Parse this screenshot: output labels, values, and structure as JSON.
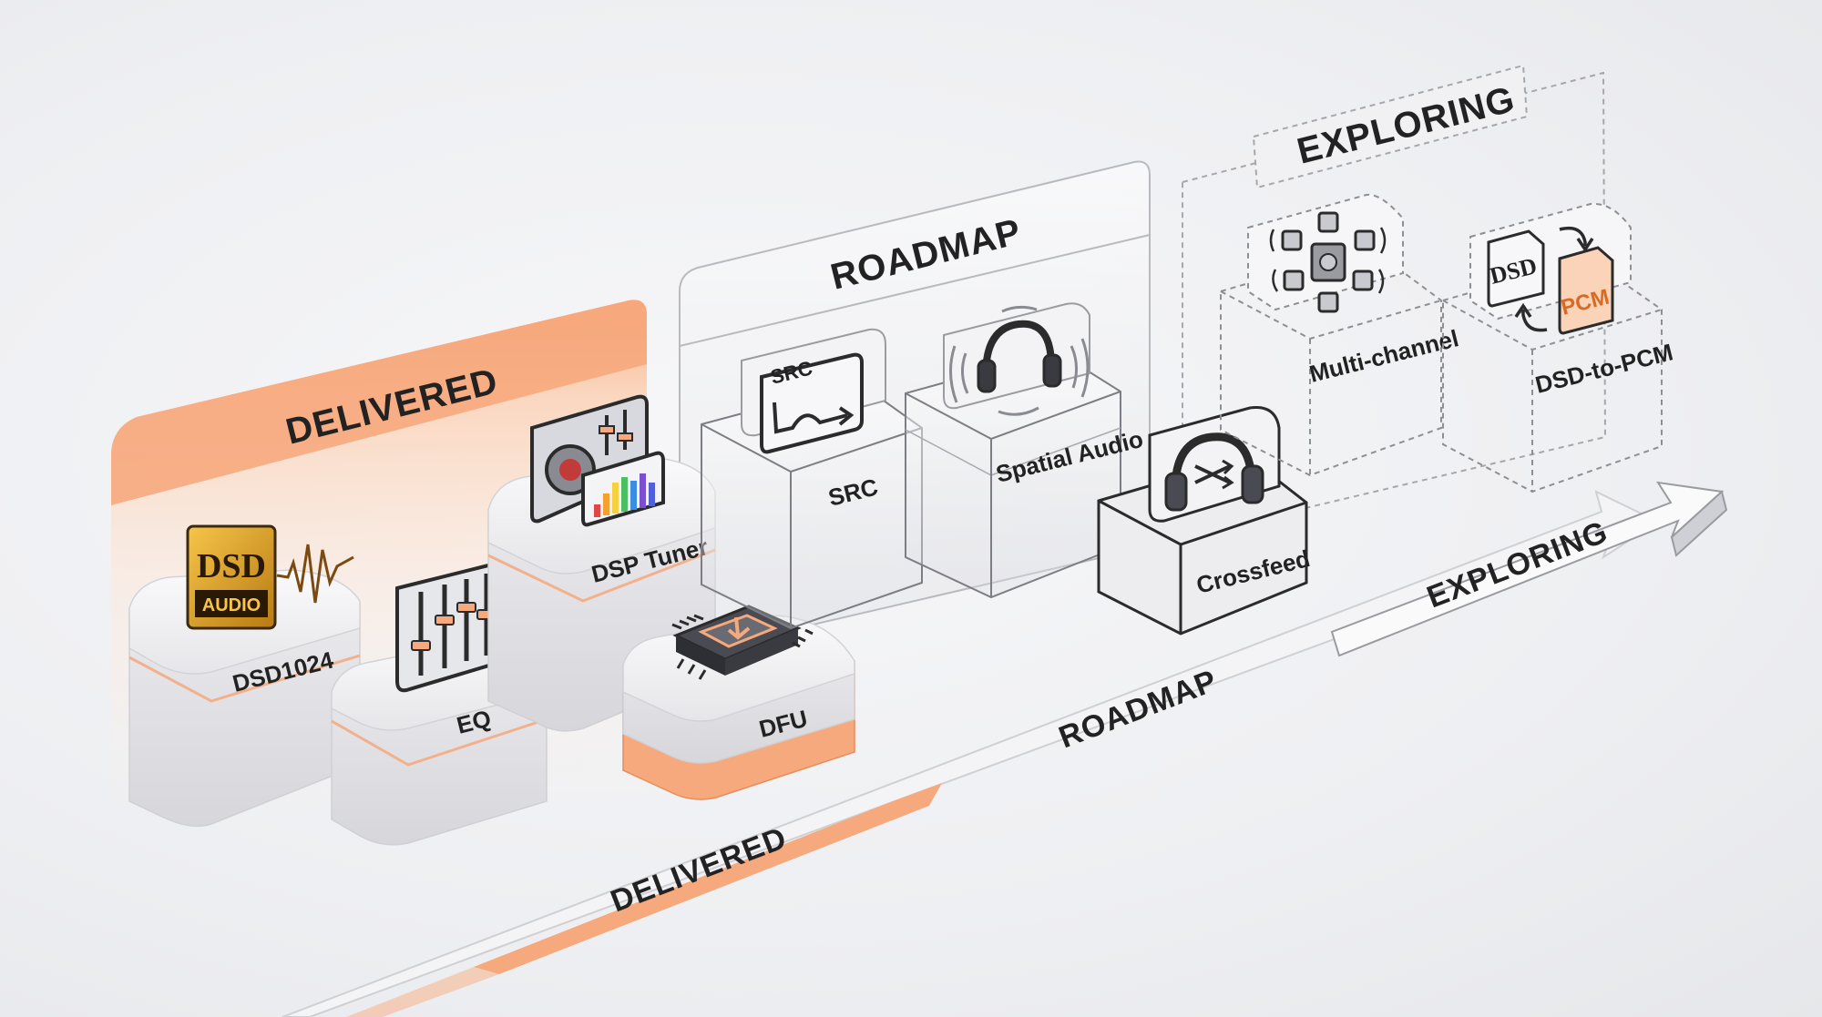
{
  "zones": {
    "delivered": "DELIVERED",
    "roadmap": "ROADMAP",
    "exploring": "EXPLORING"
  },
  "features": {
    "dsd1024": {
      "label": "DSD1024",
      "badge_top": "DSD",
      "badge_bottom": "AUDIO"
    },
    "eq": {
      "label": "EQ"
    },
    "dsp_tuner": {
      "label": "DSP Tuner"
    },
    "dfu": {
      "label": "DFU"
    },
    "src": {
      "label": "SRC",
      "icon_text": "SRC"
    },
    "spatial_audio": {
      "label": "Spatial Audio"
    },
    "crossfeed": {
      "label": "Crossfeed"
    },
    "multi_channel": {
      "label": "Multi-channel"
    },
    "dsd_to_pcm": {
      "label": "DSD-to-PCM",
      "icon_from": "DSD",
      "icon_to": "PCM"
    }
  },
  "timeline": {
    "delivered": "DELIVERED",
    "roadmap": "ROADMAP",
    "exploring": "EXPLORING"
  },
  "colors": {
    "accent": "#f6a97c",
    "accent_dark": "#e98c58",
    "card": "#ececef",
    "stroke": "#2b2b2b",
    "gold": "#e0a52a"
  }
}
